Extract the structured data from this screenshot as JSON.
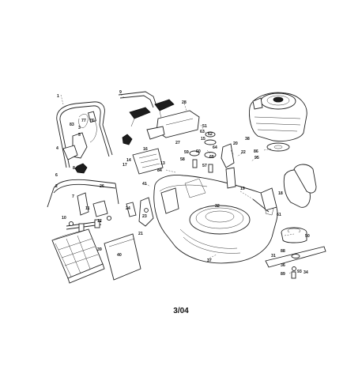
{
  "diagram": {
    "page_code": "3/04",
    "callouts": [
      "1",
      "2",
      "3",
      "4",
      "5",
      "6",
      "7",
      "8",
      "9",
      "10",
      "11",
      "12",
      "13",
      "14",
      "15",
      "16",
      "17",
      "18",
      "19",
      "20",
      "21",
      "22",
      "23",
      "24",
      "26",
      "27",
      "28",
      "31",
      "32",
      "34",
      "36",
      "37",
      "38",
      "39",
      "40",
      "41",
      "50",
      "51",
      "57",
      "58",
      "59",
      "60",
      "61",
      "62",
      "63",
      "64",
      "65",
      "76",
      "77",
      "83",
      "84",
      "86",
      "88",
      "89",
      "93",
      "95"
    ]
  }
}
